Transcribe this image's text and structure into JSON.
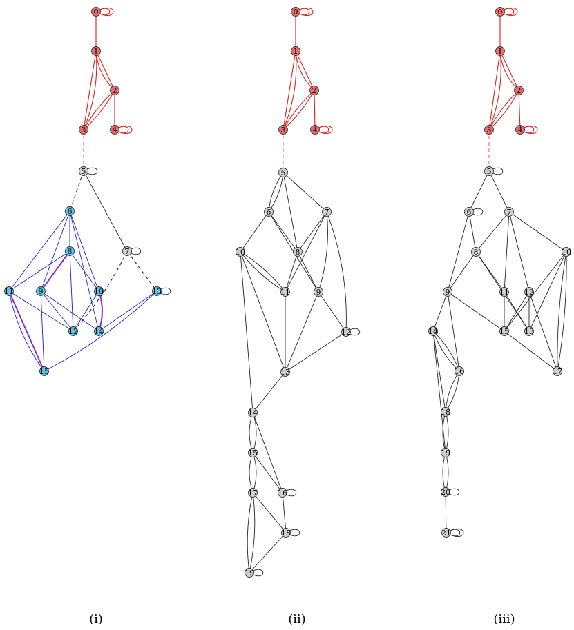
{
  "colors": {
    "red_fill": "#e86e6e",
    "red_edge": "#e0201a",
    "red_dash": "#f08080",
    "gray_fill": "#d0d0d0",
    "blue_fill": "#5bc6ea",
    "blue_edge": "#1f1fd6",
    "purple_edge": "#8a2be2",
    "black_edge": "#222222",
    "outline": "#333333"
  },
  "panels": [
    {
      "caption": "(i)",
      "nodes": [
        {
          "id": 0,
          "label": "0",
          "color": "red"
        },
        {
          "id": 1,
          "label": "1",
          "color": "red"
        },
        {
          "id": 2,
          "label": "2",
          "color": "red"
        },
        {
          "id": 3,
          "label": "3",
          "color": "red"
        },
        {
          "id": 4,
          "label": "4",
          "color": "red"
        },
        {
          "id": 5,
          "label": "5",
          "color": "gray"
        },
        {
          "id": 6,
          "label": "6",
          "color": "blue"
        },
        {
          "id": 7,
          "label": "7",
          "color": "gray"
        },
        {
          "id": 8,
          "label": "8",
          "color": "blue"
        },
        {
          "id": 9,
          "label": "9",
          "color": "blue"
        },
        {
          "id": 10,
          "label": "10",
          "color": "blue"
        },
        {
          "id": 11,
          "label": "11",
          "color": "blue"
        },
        {
          "id": 12,
          "label": "12",
          "color": "blue"
        },
        {
          "id": 13,
          "label": "13",
          "color": "blue"
        },
        {
          "id": 14,
          "label": "14",
          "color": "blue"
        },
        {
          "id": 15,
          "label": "15",
          "color": "blue"
        }
      ],
      "edges": [
        {
          "s": 0,
          "t": 0,
          "style": "red",
          "loops": 2
        },
        {
          "s": 0,
          "t": 1,
          "style": "red"
        },
        {
          "s": 1,
          "t": 2,
          "style": "red",
          "bend": 0
        },
        {
          "s": 1,
          "t": 2,
          "style": "red",
          "bend": 12
        },
        {
          "s": 1,
          "t": 3,
          "style": "red",
          "bend": 0
        },
        {
          "s": 1,
          "t": 3,
          "style": "red",
          "bend": -14
        },
        {
          "s": 2,
          "t": 3,
          "style": "red",
          "bend": 6
        },
        {
          "s": 2,
          "t": 3,
          "style": "red",
          "bend": -6
        },
        {
          "s": 2,
          "t": 4,
          "style": "red"
        },
        {
          "s": 4,
          "t": 4,
          "style": "red",
          "loops": 2
        },
        {
          "s": 3,
          "t": 5,
          "style": "red-dashed"
        },
        {
          "s": 5,
          "t": 5,
          "style": "black",
          "loops": 1
        },
        {
          "s": 5,
          "t": 6,
          "style": "black-dashed"
        },
        {
          "s": 5,
          "t": 7,
          "style": "black"
        },
        {
          "s": 7,
          "t": 7,
          "style": "black",
          "loops": 1
        },
        {
          "s": 7,
          "t": 12,
          "style": "black-dashed",
          "bend": -10
        },
        {
          "s": 7,
          "t": 13,
          "style": "black-dashed"
        },
        {
          "s": 6,
          "t": 8,
          "style": "blue"
        },
        {
          "s": 6,
          "t": 11,
          "style": "blue"
        },
        {
          "s": 6,
          "t": 9,
          "style": "blue"
        },
        {
          "s": 6,
          "t": 10,
          "style": "blue"
        },
        {
          "s": 6,
          "t": 14,
          "style": "blue"
        },
        {
          "s": 8,
          "t": 9,
          "style": "purple"
        },
        {
          "s": 8,
          "t": 11,
          "style": "blue"
        },
        {
          "s": 8,
          "t": 10,
          "style": "blue"
        },
        {
          "s": 8,
          "t": 12,
          "style": "blue"
        },
        {
          "s": 9,
          "t": 12,
          "style": "blue"
        },
        {
          "s": 9,
          "t": 15,
          "style": "blue"
        },
        {
          "s": 9,
          "t": 14,
          "style": "blue"
        },
        {
          "s": 10,
          "t": 12,
          "style": "blue"
        },
        {
          "s": 10,
          "t": 14,
          "style": "purple",
          "bend": -10
        },
        {
          "s": 11,
          "t": 12,
          "style": "blue"
        },
        {
          "s": 11,
          "t": 15,
          "style": "purple"
        },
        {
          "s": 11,
          "t": 15,
          "style": "blue",
          "bend": 14
        },
        {
          "s": 13,
          "t": 13,
          "style": "blue",
          "loops": 1
        },
        {
          "s": 13,
          "t": 14,
          "style": "blue"
        },
        {
          "s": 13,
          "t": 15,
          "style": "blue",
          "bend": -14
        }
      ]
    },
    {
      "caption": "(ii)",
      "nodes": [
        {
          "id": 0,
          "label": "0",
          "color": "red"
        },
        {
          "id": 1,
          "label": "1",
          "color": "red"
        },
        {
          "id": 2,
          "label": "2",
          "color": "red"
        },
        {
          "id": 3,
          "label": "3",
          "color": "red"
        },
        {
          "id": 4,
          "label": "4",
          "color": "red"
        },
        {
          "id": 5,
          "label": "5",
          "color": "gray"
        },
        {
          "id": 6,
          "label": "6",
          "color": "gray"
        },
        {
          "id": 7,
          "label": "7",
          "color": "gray"
        },
        {
          "id": 8,
          "label": "8",
          "color": "gray"
        },
        {
          "id": 9,
          "label": "9",
          "color": "gray"
        },
        {
          "id": 10,
          "label": "10",
          "color": "gray"
        },
        {
          "id": 11,
          "label": "11",
          "color": "gray"
        },
        {
          "id": 12,
          "label": "12",
          "color": "gray"
        },
        {
          "id": 13,
          "label": "13",
          "color": "gray"
        },
        {
          "id": 14,
          "label": "14",
          "color": "gray"
        },
        {
          "id": 15,
          "label": "15",
          "color": "gray"
        },
        {
          "id": 16,
          "label": "16",
          "color": "gray"
        },
        {
          "id": 17,
          "label": "17",
          "color": "gray"
        },
        {
          "id": 18,
          "label": "18",
          "color": "gray"
        },
        {
          "id": 19,
          "label": "19",
          "color": "gray"
        }
      ],
      "edges": [
        {
          "s": 0,
          "t": 0,
          "style": "red",
          "loops": 2
        },
        {
          "s": 0,
          "t": 1,
          "style": "red"
        },
        {
          "s": 1,
          "t": 2,
          "style": "red",
          "bend": 0
        },
        {
          "s": 1,
          "t": 2,
          "style": "red",
          "bend": 12
        },
        {
          "s": 1,
          "t": 3,
          "style": "red",
          "bend": 0
        },
        {
          "s": 1,
          "t": 3,
          "style": "red",
          "bend": -14
        },
        {
          "s": 2,
          "t": 3,
          "style": "red",
          "bend": 6
        },
        {
          "s": 2,
          "t": 3,
          "style": "red",
          "bend": -6
        },
        {
          "s": 2,
          "t": 4,
          "style": "red"
        },
        {
          "s": 4,
          "t": 4,
          "style": "red",
          "loops": 2
        },
        {
          "s": 3,
          "t": 5,
          "style": "red-dashed"
        },
        {
          "s": 5,
          "t": 6,
          "style": "black",
          "bend": 8
        },
        {
          "s": 5,
          "t": 6,
          "style": "black",
          "bend": -8
        },
        {
          "s": 5,
          "t": 7,
          "style": "black"
        },
        {
          "s": 5,
          "t": 8,
          "style": "black"
        },
        {
          "s": 6,
          "t": 8,
          "style": "black"
        },
        {
          "s": 6,
          "t": 9,
          "style": "black"
        },
        {
          "s": 6,
          "t": 10,
          "style": "black"
        },
        {
          "s": 7,
          "t": 8,
          "style": "black"
        },
        {
          "s": 7,
          "t": 11,
          "style": "black"
        },
        {
          "s": 7,
          "t": 9,
          "style": "black",
          "bend": -12
        },
        {
          "s": 7,
          "t": 12,
          "style": "black",
          "bend": -18
        },
        {
          "s": 8,
          "t": 11,
          "style": "black"
        },
        {
          "s": 8,
          "t": 9,
          "style": "black"
        },
        {
          "s": 10,
          "t": 11,
          "style": "black",
          "bend": 8
        },
        {
          "s": 10,
          "t": 11,
          "style": "black",
          "bend": -8
        },
        {
          "s": 10,
          "t": 13,
          "style": "black"
        },
        {
          "s": 10,
          "t": 14,
          "style": "black"
        },
        {
          "s": 11,
          "t": 13,
          "style": "black"
        },
        {
          "s": 9,
          "t": 12,
          "style": "black"
        },
        {
          "s": 9,
          "t": 13,
          "style": "black"
        },
        {
          "s": 12,
          "t": 12,
          "style": "black",
          "loops": 1
        },
        {
          "s": 12,
          "t": 13,
          "style": "black"
        },
        {
          "s": 13,
          "t": 14,
          "style": "black"
        },
        {
          "s": 14,
          "t": 15,
          "style": "black",
          "bend": 10
        },
        {
          "s": 14,
          "t": 15,
          "style": "black",
          "bend": -10
        },
        {
          "s": 14,
          "t": 16,
          "style": "black"
        },
        {
          "s": 15,
          "t": 16,
          "style": "black"
        },
        {
          "s": 15,
          "t": 17,
          "style": "black",
          "bend": 10
        },
        {
          "s": 15,
          "t": 17,
          "style": "black",
          "bend": -10
        },
        {
          "s": 16,
          "t": 16,
          "style": "black",
          "loops": 1
        },
        {
          "s": 16,
          "t": 18,
          "style": "black"
        },
        {
          "s": 17,
          "t": 18,
          "style": "black"
        },
        {
          "s": 17,
          "t": 19,
          "style": "black",
          "bend": 10
        },
        {
          "s": 17,
          "t": 19,
          "style": "black",
          "bend": -10
        },
        {
          "s": 18,
          "t": 18,
          "style": "black",
          "loops": 1
        },
        {
          "s": 18,
          "t": 19,
          "style": "black"
        },
        {
          "s": 19,
          "t": 19,
          "style": "black",
          "loops": 1
        }
      ]
    },
    {
      "caption": "(iii)",
      "nodes": [
        {
          "id": 0,
          "label": "0",
          "color": "red"
        },
        {
          "id": 1,
          "label": "1",
          "color": "red"
        },
        {
          "id": 2,
          "label": "2",
          "color": "red"
        },
        {
          "id": 3,
          "label": "3",
          "color": "red"
        },
        {
          "id": 4,
          "label": "4",
          "color": "red"
        },
        {
          "id": 5,
          "label": "5",
          "color": "gray"
        },
        {
          "id": 6,
          "label": "6",
          "color": "gray"
        },
        {
          "id": 7,
          "label": "7",
          "color": "gray"
        },
        {
          "id": 8,
          "label": "8",
          "color": "gray"
        },
        {
          "id": 9,
          "label": "9",
          "color": "gray"
        },
        {
          "id": 10,
          "label": "10",
          "color": "gray"
        },
        {
          "id": 11,
          "label": "11",
          "color": "gray"
        },
        {
          "id": 12,
          "label": "12",
          "color": "gray"
        },
        {
          "id": 13,
          "label": "13",
          "color": "gray"
        },
        {
          "id": 14,
          "label": "14",
          "color": "gray"
        },
        {
          "id": 15,
          "label": "15",
          "color": "gray"
        },
        {
          "id": 16,
          "label": "16",
          "color": "gray"
        },
        {
          "id": 17,
          "label": "17",
          "color": "gray"
        },
        {
          "id": 18,
          "label": "18",
          "color": "gray"
        },
        {
          "id": 19,
          "label": "19",
          "color": "gray"
        },
        {
          "id": 20,
          "label": "20",
          "color": "gray"
        },
        {
          "id": 21,
          "label": "21",
          "color": "gray"
        }
      ],
      "edges": [
        {
          "s": 0,
          "t": 0,
          "style": "red",
          "loops": 2
        },
        {
          "s": 0,
          "t": 1,
          "style": "red"
        },
        {
          "s": 1,
          "t": 2,
          "style": "red",
          "bend": 0
        },
        {
          "s": 1,
          "t": 2,
          "style": "red",
          "bend": 12
        },
        {
          "s": 1,
          "t": 3,
          "style": "red",
          "bend": 0
        },
        {
          "s": 1,
          "t": 3,
          "style": "red",
          "bend": -14
        },
        {
          "s": 2,
          "t": 3,
          "style": "red",
          "bend": 6
        },
        {
          "s": 2,
          "t": 3,
          "style": "red",
          "bend": -6
        },
        {
          "s": 2,
          "t": 4,
          "style": "red"
        },
        {
          "s": 4,
          "t": 4,
          "style": "red",
          "loops": 2
        },
        {
          "s": 3,
          "t": 5,
          "style": "red-dashed"
        },
        {
          "s": 5,
          "t": 5,
          "style": "black",
          "loops": 1
        },
        {
          "s": 5,
          "t": 6,
          "style": "black"
        },
        {
          "s": 5,
          "t": 7,
          "style": "black"
        },
        {
          "s": 6,
          "t": 6,
          "style": "black",
          "loops": 1
        },
        {
          "s": 6,
          "t": 8,
          "style": "black"
        },
        {
          "s": 6,
          "t": 9,
          "style": "black"
        },
        {
          "s": 7,
          "t": 8,
          "style": "black"
        },
        {
          "s": 7,
          "t": 11,
          "style": "black"
        },
        {
          "s": 7,
          "t": 12,
          "style": "black"
        },
        {
          "s": 7,
          "t": 10,
          "style": "black"
        },
        {
          "s": 8,
          "t": 9,
          "style": "black"
        },
        {
          "s": 8,
          "t": 11,
          "style": "black"
        },
        {
          "s": 8,
          "t": 13,
          "style": "black"
        },
        {
          "s": 9,
          "t": 14,
          "style": "black"
        },
        {
          "s": 9,
          "t": 15,
          "style": "black"
        },
        {
          "s": 9,
          "t": 16,
          "style": "black"
        },
        {
          "s": 10,
          "t": 15,
          "style": "black"
        },
        {
          "s": 10,
          "t": 13,
          "style": "black"
        },
        {
          "s": 10,
          "t": 17,
          "style": "black",
          "bend": 8
        },
        {
          "s": 10,
          "t": 17,
          "style": "black",
          "bend": -8
        },
        {
          "s": 11,
          "t": 15,
          "style": "black"
        },
        {
          "s": 11,
          "t": 13,
          "style": "black"
        },
        {
          "s": 12,
          "t": 13,
          "style": "black"
        },
        {
          "s": 12,
          "t": 15,
          "style": "black"
        },
        {
          "s": 12,
          "t": 17,
          "style": "black"
        },
        {
          "s": 15,
          "t": 17,
          "style": "black"
        },
        {
          "s": 14,
          "t": 16,
          "style": "black",
          "bend": 8
        },
        {
          "s": 14,
          "t": 16,
          "style": "black",
          "bend": -8
        },
        {
          "s": 14,
          "t": 18,
          "style": "black"
        },
        {
          "s": 14,
          "t": 19,
          "style": "black"
        },
        {
          "s": 16,
          "t": 18,
          "style": "black",
          "bend": 8
        },
        {
          "s": 16,
          "t": 18,
          "style": "black",
          "bend": -8
        },
        {
          "s": 18,
          "t": 19,
          "style": "black",
          "bend": 8
        },
        {
          "s": 18,
          "t": 19,
          "style": "black",
          "bend": -8
        },
        {
          "s": 19,
          "t": 20,
          "style": "black",
          "bend": 8
        },
        {
          "s": 19,
          "t": 20,
          "style": "black",
          "bend": -8
        },
        {
          "s": 20,
          "t": 20,
          "style": "black",
          "loops": 1
        },
        {
          "s": 20,
          "t": 21,
          "style": "black"
        },
        {
          "s": 21,
          "t": 21,
          "style": "black",
          "loops": 2
        }
      ]
    }
  ]
}
